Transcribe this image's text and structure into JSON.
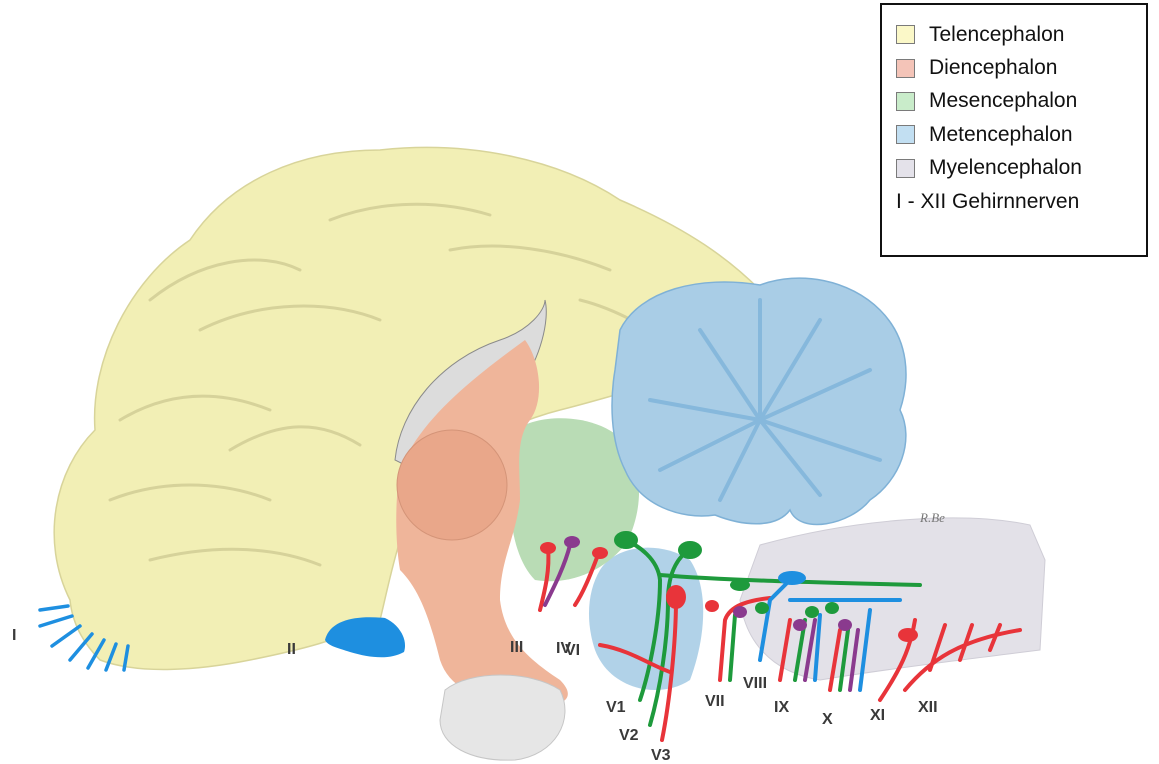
{
  "legend": {
    "items": [
      {
        "label": "Telencephalon",
        "color": "#fbf8c8"
      },
      {
        "label": "Diencephalon",
        "color": "#f4c4b8"
      },
      {
        "label": "Mesencephalon",
        "color": "#c9ecca"
      },
      {
        "label": "Metencephalon",
        "color": "#c2dff2"
      },
      {
        "label": "Myelencephalon",
        "color": "#e4e2ea"
      }
    ],
    "footer": "I - XII Gehirnnerven"
  },
  "nerves": {
    "I": "I",
    "II": "II",
    "III": "III",
    "IV": "IV",
    "VI": "VI",
    "V1": "V1",
    "V2": "V2",
    "V3": "V3",
    "VII": "VII",
    "VIII": "VIII",
    "IX": "IX",
    "X": "X",
    "XI": "XI",
    "XII": "XII"
  },
  "signature": "R.Be",
  "colors": {
    "telencephalon": "#f2efb5",
    "diencephalon": "#efb59a",
    "mesencephalon": "#b9dcb5",
    "metencephalon": "#a9cde6",
    "myelencephalon": "#e3e1e8",
    "nerve_red": "#e8343a",
    "nerve_green": "#1e9a3c",
    "nerve_blue": "#1e8fe0",
    "nerve_purple": "#8a3a8e"
  }
}
